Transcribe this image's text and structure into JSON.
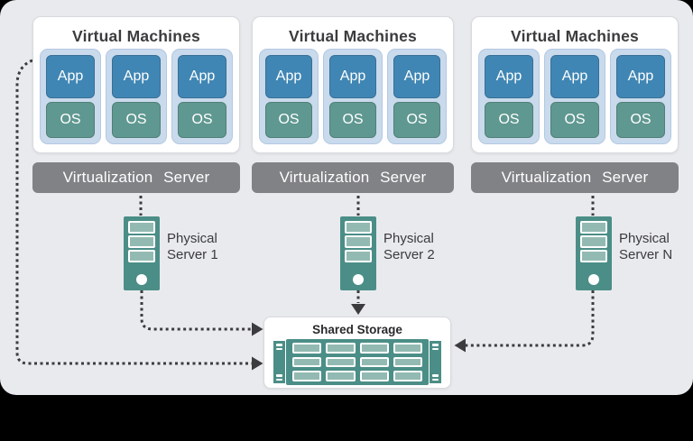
{
  "hosts": [
    {
      "vm_group_title": "Virtual Machines",
      "virtual_machines": [
        {
          "app": "App",
          "os": "OS"
        },
        {
          "app": "App",
          "os": "OS"
        },
        {
          "app": "App",
          "os": "OS"
        }
      ],
      "virtualization_server_label": "Virtualization Server",
      "physical_server": {
        "line1": "Physical",
        "line2": "Server 1"
      }
    },
    {
      "vm_group_title": "Virtual Machines",
      "virtual_machines": [
        {
          "app": "App",
          "os": "OS"
        },
        {
          "app": "App",
          "os": "OS"
        },
        {
          "app": "App",
          "os": "OS"
        }
      ],
      "virtualization_server_label": "Virtualization Server",
      "physical_server": {
        "line1": "Physical",
        "line2": "Server 2"
      }
    },
    {
      "vm_group_title": "Virtual Machines",
      "virtual_machines": [
        {
          "app": "App",
          "os": "OS"
        },
        {
          "app": "App",
          "os": "OS"
        },
        {
          "app": "App",
          "os": "OS"
        }
      ],
      "virtualization_server_label": "Virtualization Server",
      "physical_server": {
        "line1": "Physical",
        "line2": "Server N"
      }
    }
  ],
  "storage": {
    "title": "Shared Storage"
  },
  "colors": {
    "background": "#e9eaee",
    "page_frame": "#000000",
    "app_blue": "#4086b4",
    "os_teal": "#5f9890",
    "vm_panel_blue": "#c9daec",
    "server_bar_gray": "#808285",
    "hardware_teal": "#4b8e87",
    "hardware_slot_teal": "#93bab2",
    "connector_line": "#3c3c3e"
  }
}
